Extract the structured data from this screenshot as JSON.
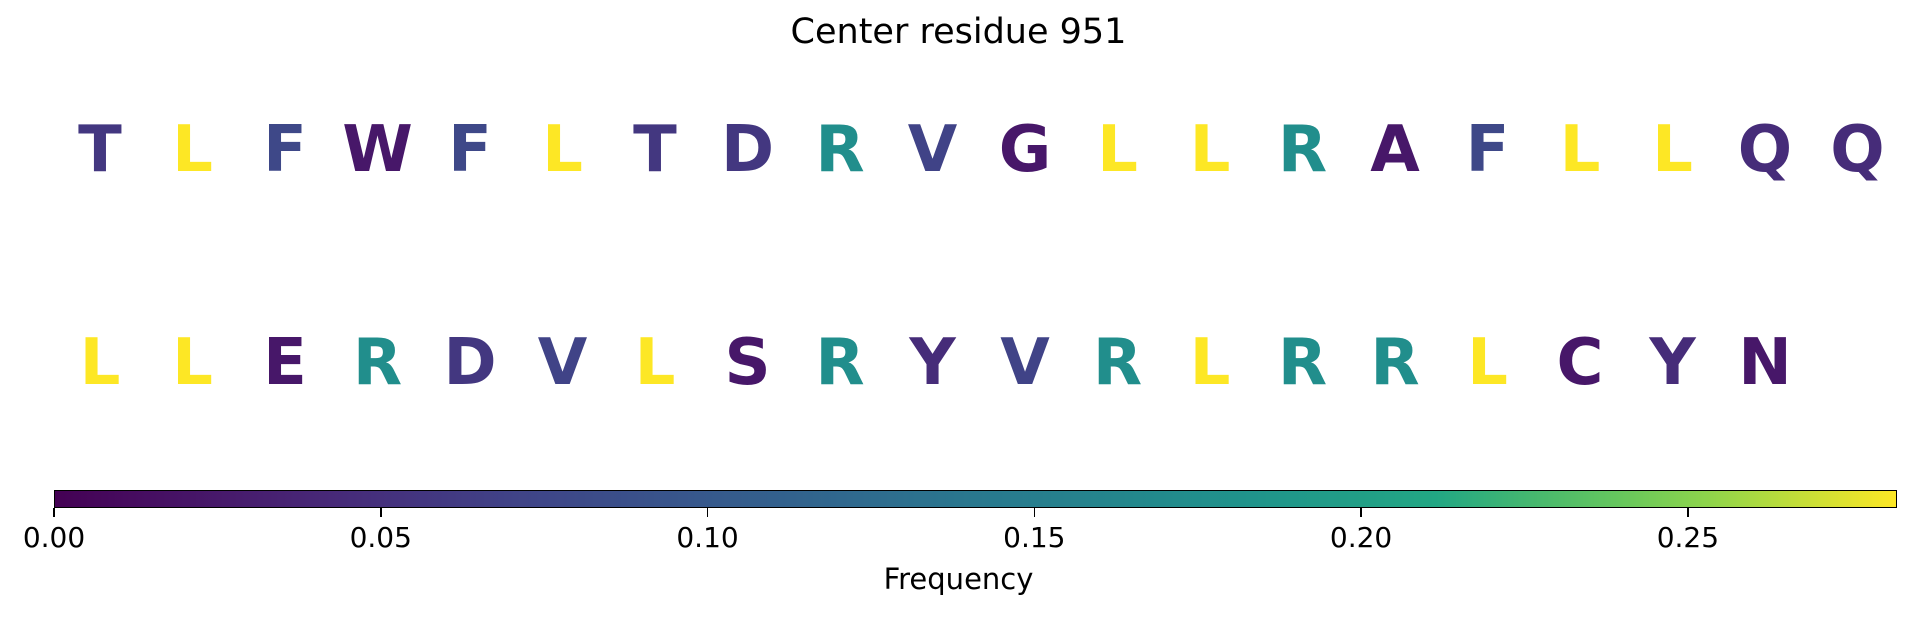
{
  "chart_data": {
    "type": "sequence-logo-heatmap",
    "title": "Center residue 951",
    "rows": [
      {
        "letters": [
          "T",
          "L",
          "F",
          "W",
          "F",
          "L",
          "T",
          "D",
          "R",
          "V",
          "G",
          "L",
          "L",
          "R",
          "A",
          "F",
          "L",
          "L",
          "Q",
          "Q"
        ],
        "frequencies": [
          0.057,
          0.282,
          0.077,
          0.023,
          0.077,
          0.282,
          0.057,
          0.057,
          0.175,
          0.07,
          0.023,
          0.282,
          0.282,
          0.175,
          0.023,
          0.077,
          0.282,
          0.282,
          0.045,
          0.045
        ]
      },
      {
        "letters": [
          "L",
          "L",
          "E",
          "R",
          "D",
          "V",
          "L",
          "S",
          "R",
          "Y",
          "V",
          "R",
          "L",
          "R",
          "R",
          "L",
          "C",
          "Y",
          "N"
        ],
        "frequencies": [
          0.282,
          0.282,
          0.023,
          0.175,
          0.057,
          0.07,
          0.282,
          0.023,
          0.175,
          0.045,
          0.07,
          0.175,
          0.282,
          0.175,
          0.175,
          0.282,
          0.023,
          0.045,
          0.023
        ]
      }
    ],
    "colorbar": {
      "label": "Frequency",
      "colormap": "viridis",
      "range": [
        0.0,
        0.282
      ],
      "ticks": [
        0.0,
        0.05,
        0.1,
        0.15,
        0.2,
        0.25
      ],
      "tick_labels": [
        "0.00",
        "0.05",
        "0.10",
        "0.15",
        "0.20",
        "0.25"
      ]
    }
  }
}
